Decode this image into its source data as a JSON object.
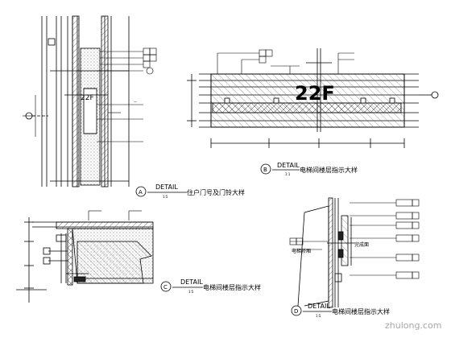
{
  "detail_a": {
    "tag": "A",
    "word": "DETAIL",
    "scale": "1:5",
    "title": "住户门号及门铃大样",
    "mark": "22F"
  },
  "detail_b": {
    "tag": "B",
    "word": "DETAIL",
    "scale": "1:1",
    "title": "电梯间楼层指示大样",
    "floor_number": "22F"
  },
  "detail_c": {
    "tag": "C",
    "word": "DETAIL",
    "scale": "1:5",
    "title": "电梯间楼层指示大样"
  },
  "detail_d": {
    "tag": "D",
    "word": "DETAIL",
    "scale": "1:5",
    "title": "电梯间楼层指示大样",
    "note": "电梯轿厢",
    "note2": "完成面"
  },
  "watermark": "zhulong.com",
  "colors": {
    "line": "#000000",
    "hatch": "#555555",
    "fill_dark": "#222222"
  }
}
